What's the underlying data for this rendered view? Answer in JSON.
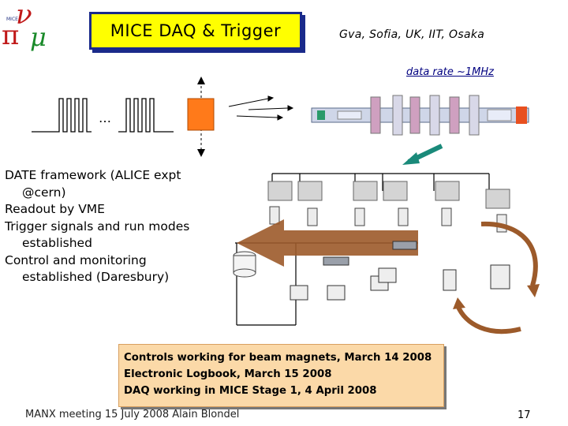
{
  "logo": {
    "mu_glyph": "μ",
    "nu_glyph": "ν",
    "pi_glyph": "π",
    "small_text": "MICE"
  },
  "title": "MICE DAQ & Trigger",
  "partners": "Gva, Sofia, UK, IIT, Osaka",
  "data_rate": "data rate ~1MHz",
  "ellipsis": "…",
  "bullets": [
    {
      "line1": "DATE framework (ALICE expt",
      "line2": "@cern)"
    },
    {
      "line1": "Readout by VME"
    },
    {
      "line1": "Trigger signals and run modes",
      "line2": "established"
    },
    {
      "line1": "Control and monitoring",
      "line2": "established (Daresbury)"
    }
  ],
  "notes": [
    "Controls working for beam magnets, March 14 2008",
    "Electronic Logbook, March 15 2008",
    "DAQ working in MICE Stage 1,  4 April 2008"
  ],
  "footer": "MANX meeting 15 July 2008 Alain Blondel",
  "page_number": "17",
  "colors": {
    "title_bg": "#ffff00",
    "title_border": "#1a2a8a",
    "note_bg": "#fbd9a8",
    "arrow_green": "#1a8a7a",
    "arrow_brown": "#9c5a2a",
    "rate_blue": "#000080",
    "trigger_orange": "#ff7a1a"
  }
}
